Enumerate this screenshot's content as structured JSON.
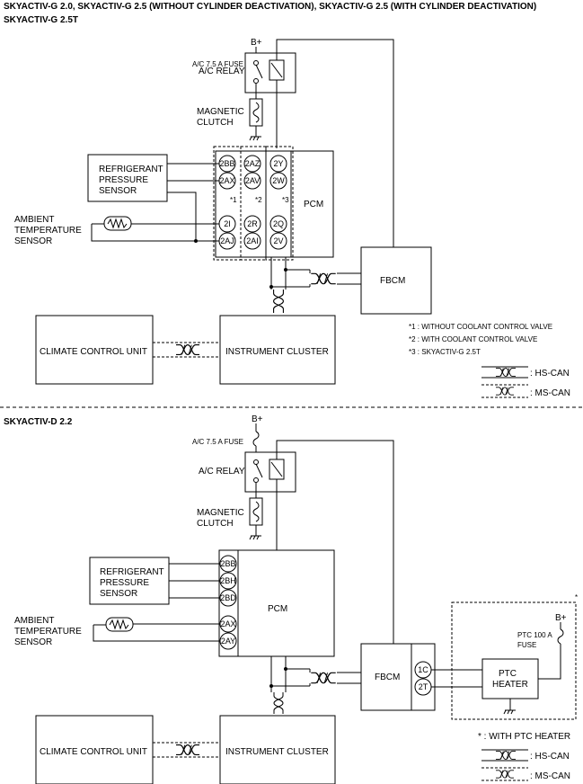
{
  "header": {
    "title_g": "SKYACTIV-G 2.0, SKYACTIV-G 2.5 (WITHOUT CYLINDER DEACTIVATION), SKYACTIV-G 2.5 (WITH CYLINDER DEACTIVATION)",
    "subtitle_g": "SKYACTIV-G 2.5T",
    "title_d": "SKYACTIV-D 2.2"
  },
  "top": {
    "bplus": "B+",
    "fuse": "A/C 7.5 A  FUSE",
    "relay": "A/C RELAY",
    "clutch1": "MAGNETIC",
    "clutch2": "CLUTCH",
    "rps1": "REFRIGERANT",
    "rps2": "PRESSURE",
    "rps3": "SENSOR",
    "ats1": "AMBIENT",
    "ats2": "TEMPERATURE",
    "ats3": "SENSOR",
    "pcm": "PCM",
    "fbcm": "FBCM",
    "ccu": "CLIMATE CONTROL UNIT",
    "ic": "INSTRUMENT CLUSTER",
    "pins": {
      "c1": [
        "2BB",
        "2AX",
        "2I",
        "2AJ"
      ],
      "c2": [
        "2AZ",
        "2AV",
        "2R",
        "2AI"
      ],
      "c3": [
        "2Y",
        "2W",
        "2Q",
        "2V"
      ]
    },
    "mk1": "*1",
    "mk2": "*2",
    "mk3": "*3",
    "notes": [
      "*1 : WITHOUT COOLANT CONTROL VALVE",
      "*2 : WITH COOLANT CONTROL VALVE",
      "*3 : SKYACTIV-G 2.5T"
    ],
    "legend_hs": ": HS-CAN",
    "legend_ms": ": MS-CAN"
  },
  "bottom": {
    "bplus": "B+",
    "fuse": "A/C 7.5 A  FUSE",
    "relay": "A/C RELAY",
    "clutch1": "MAGNETIC",
    "clutch2": "CLUTCH",
    "rps1": "REFRIGERANT",
    "rps2": "PRESSURE",
    "rps3": "SENSOR",
    "ats1": "AMBIENT",
    "ats2": "TEMPERATURE",
    "ats3": "SENSOR",
    "pcm": "PCM",
    "fbcm": "FBCM",
    "ccu": "CLIMATE CONTROL UNIT",
    "ic": "INSTRUMENT CLUSTER",
    "pins": [
      "2BB",
      "2BH",
      "2BD",
      "2AX",
      "2AY"
    ],
    "fbcm_pins": [
      "1C",
      "2T"
    ],
    "ptc1": "PTC",
    "ptc2": "HEATER",
    "ptc_bplus": "B+",
    "ptc_fuse1": "PTC 100 A",
    "ptc_fuse2": "FUSE",
    "star": "*",
    "note": "* : WITH PTC HEATER",
    "legend_hs": ": HS-CAN",
    "legend_ms": ": MS-CAN"
  }
}
